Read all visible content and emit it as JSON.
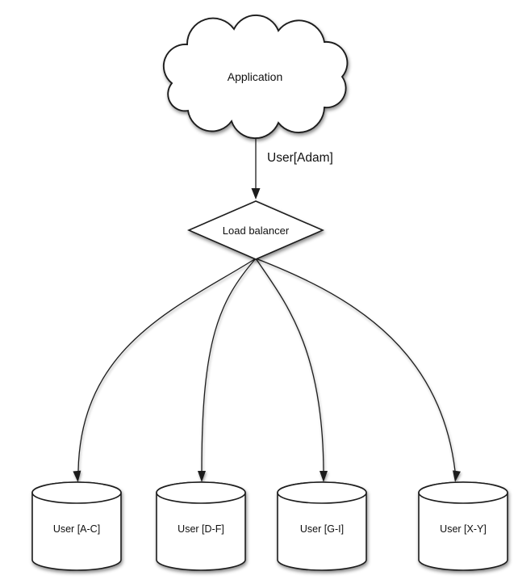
{
  "diagram": {
    "colors": {
      "stroke": "#1c1c1c",
      "fill": "#ffffff",
      "text": "#111111",
      "background": "#ffffff"
    },
    "nodes": {
      "application": {
        "label": "Application",
        "shape": "cloud"
      },
      "load_balancer": {
        "label": "Load balancer",
        "shape": "diamond"
      },
      "shards": [
        {
          "label": "User [A-C]",
          "shape": "cylinder"
        },
        {
          "label": "User [D-F]",
          "shape": "cylinder"
        },
        {
          "label": "User [G-I]",
          "shape": "cylinder"
        },
        {
          "label": "User [X-Y]",
          "shape": "cylinder"
        }
      ]
    },
    "edges": {
      "app_to_lb": {
        "label": "User[Adam]",
        "from": "application",
        "to": "load_balancer"
      },
      "lb_to_shards": {
        "from": "load_balancer",
        "count": 4
      }
    }
  }
}
